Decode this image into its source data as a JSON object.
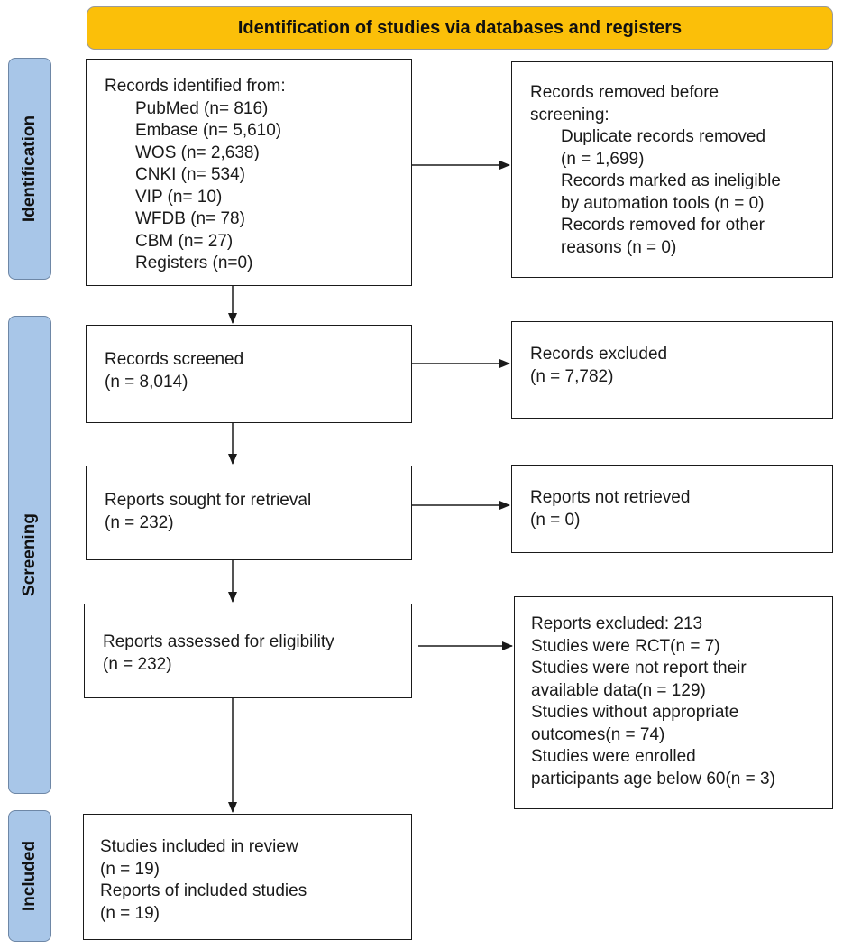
{
  "header": {
    "title": "Identification of studies via databases and registers"
  },
  "phases": {
    "identification": "Identification",
    "screening": "Screening",
    "included": "Included"
  },
  "identified": {
    "title": "Records identified from:",
    "sources": [
      "PubMed (n= 816)",
      "Embase (n= 5,610)",
      "WOS (n= 2,638)",
      "CNKI (n= 534)",
      "VIP (n= 10)",
      "WFDB (n= 78)",
      "CBM (n= 27)",
      "Registers (n=0)"
    ]
  },
  "removed": {
    "lines": [
      "Records removed before",
      "screening:"
    ],
    "items": [
      "Duplicate records removed",
      "(n = 1,699)",
      "Records marked as ineligible",
      "by automation tools (n = 0)",
      "Records removed for other",
      "reasons (n = 0)"
    ]
  },
  "screened": {
    "lines": [
      "Records screened",
      "(n = 8,014)"
    ]
  },
  "excluded": {
    "lines": [
      "Records excluded",
      "(n = 7,782)"
    ]
  },
  "sought": {
    "lines": [
      "Reports sought for retrieval",
      "(n = 232)"
    ]
  },
  "not_retrieved": {
    "lines": [
      "Reports not retrieved",
      "(n = 0)"
    ]
  },
  "assessed": {
    "lines": [
      "Reports assessed for eligibility",
      "(n = 232)"
    ]
  },
  "reports_excluded": {
    "lines": [
      "Reports excluded: 213",
      "Studies were RCT(n = 7)",
      "Studies were not report their",
      "available data(n = 129)",
      "Studies without appropriate",
      "outcomes(n = 74)",
      "Studies were enrolled",
      "participants age below 60(n = 3)"
    ]
  },
  "included": {
    "lines": [
      "Studies included in review",
      "(n = 19)",
      "Reports of included studies",
      "(n = 19)"
    ]
  },
  "colors": {
    "header_fill": "#fbbf09",
    "phase_fill": "#a8c6e8",
    "box_border": "#1a1a1a"
  }
}
